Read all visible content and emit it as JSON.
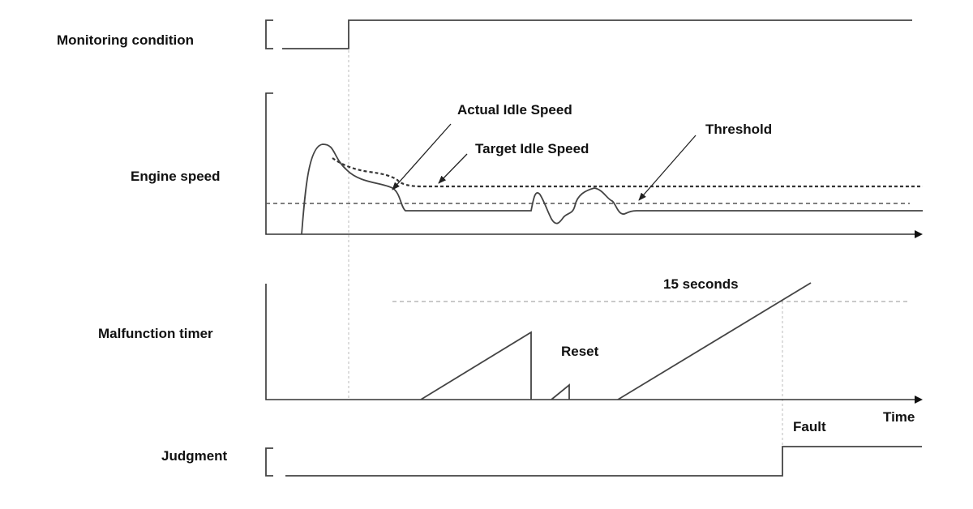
{
  "labels": {
    "monitoring_condition": "Monitoring condition",
    "engine_speed": "Engine speed",
    "malfunction_timer": "Malfunction timer",
    "judgment": "Judgment"
  },
  "annotations": {
    "actual_idle_speed": "Actual Idle Speed",
    "target_idle_speed": "Target Idle Speed",
    "threshold": "Threshold",
    "fifteen_seconds": "15 seconds",
    "reset": "Reset",
    "time": "Time",
    "fault": "Fault"
  }
}
